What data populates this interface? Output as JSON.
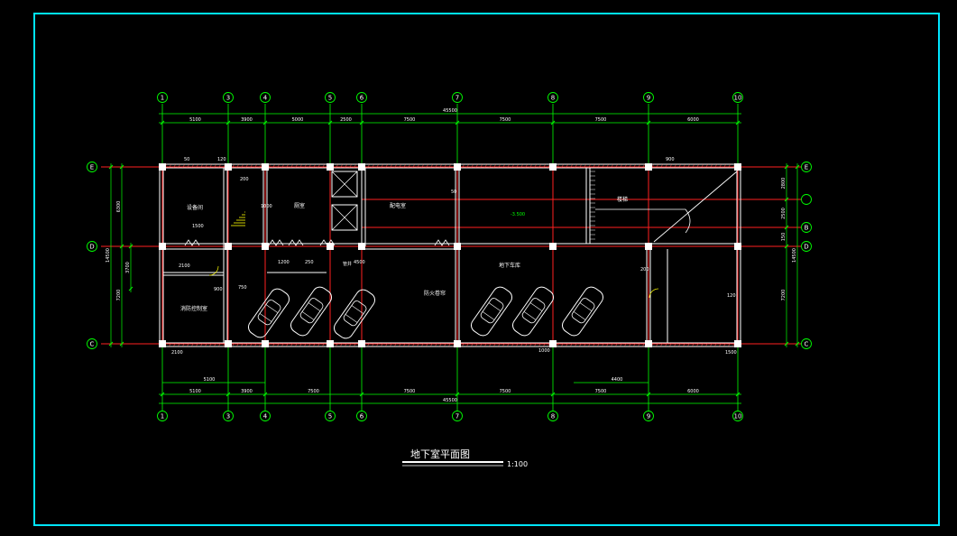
{
  "title": "地下室平面图",
  "scale": "1:100",
  "colors": {
    "background": "#000000",
    "frame": "#00e5ff",
    "grid_line": "#ff2020",
    "dimension": "#00ff00",
    "wall": "#ffffff"
  },
  "axes": {
    "vertical": [
      "1",
      "3",
      "4",
      "5",
      "6",
      "7",
      "8",
      "9",
      "10"
    ],
    "horizontal": [
      "E",
      "D",
      "C"
    ],
    "intermediate": [
      "B"
    ]
  },
  "dimensions": {
    "top_spans": [
      "5100",
      "3900",
      "5000",
      "2500",
      "7500",
      "7500",
      "7500",
      "6000"
    ],
    "top_total": "45500",
    "bottom_spans": [
      "5100",
      "3900",
      "7500",
      "7500",
      "7500",
      "7500",
      "6000"
    ],
    "bottom_total": "45500",
    "bottom_partial_left": "5100",
    "bottom_partial_right": "4400",
    "left_spans": [
      "6300",
      "7200"
    ],
    "left_total": "14500",
    "left_small": "3700",
    "right_spans": [
      "2800",
      "2500",
      "7200"
    ],
    "right_small": "150",
    "right_total": "14500"
  },
  "rooms": {
    "equipment": "设备间",
    "toilet": "厕室",
    "distribution": "配电室",
    "stair": "楼梯",
    "parking": "地下车库",
    "fire_control": "消防控制室",
    "fire_door": "防火卷帘",
    "shaft": "管井"
  },
  "level_mark": "-3.500",
  "annotations": [
    "50",
    "120",
    "200",
    "1000",
    "1500",
    "2100",
    "900",
    "750",
    "1200",
    "250",
    "4500"
  ]
}
